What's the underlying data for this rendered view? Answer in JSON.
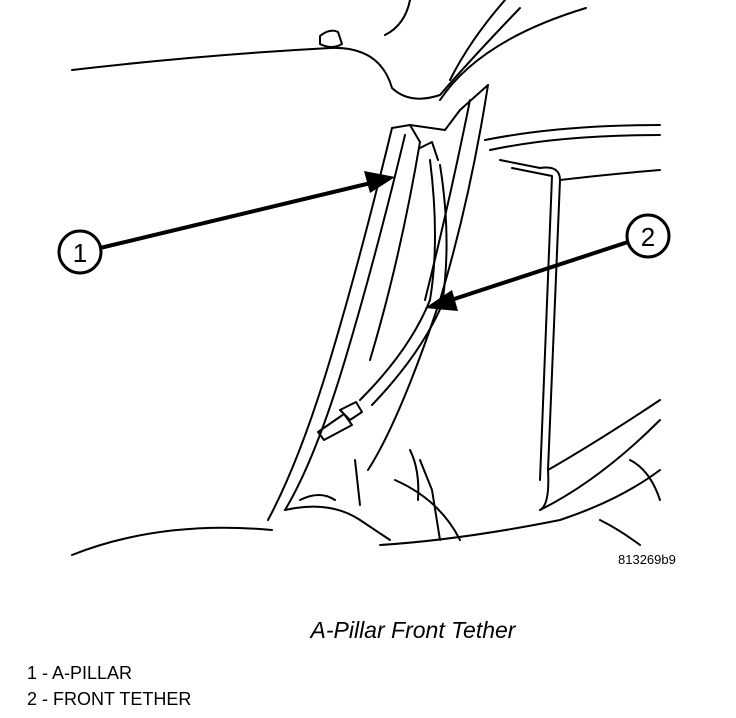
{
  "figure": {
    "callouts": [
      {
        "number": "1"
      },
      {
        "number": "2"
      }
    ],
    "figure_id": "813269b9"
  },
  "caption": "A-Pillar Front Tether",
  "legend": [
    {
      "text": "1 - A-PILLAR"
    },
    {
      "text": "2 - FRONT TETHER"
    }
  ]
}
